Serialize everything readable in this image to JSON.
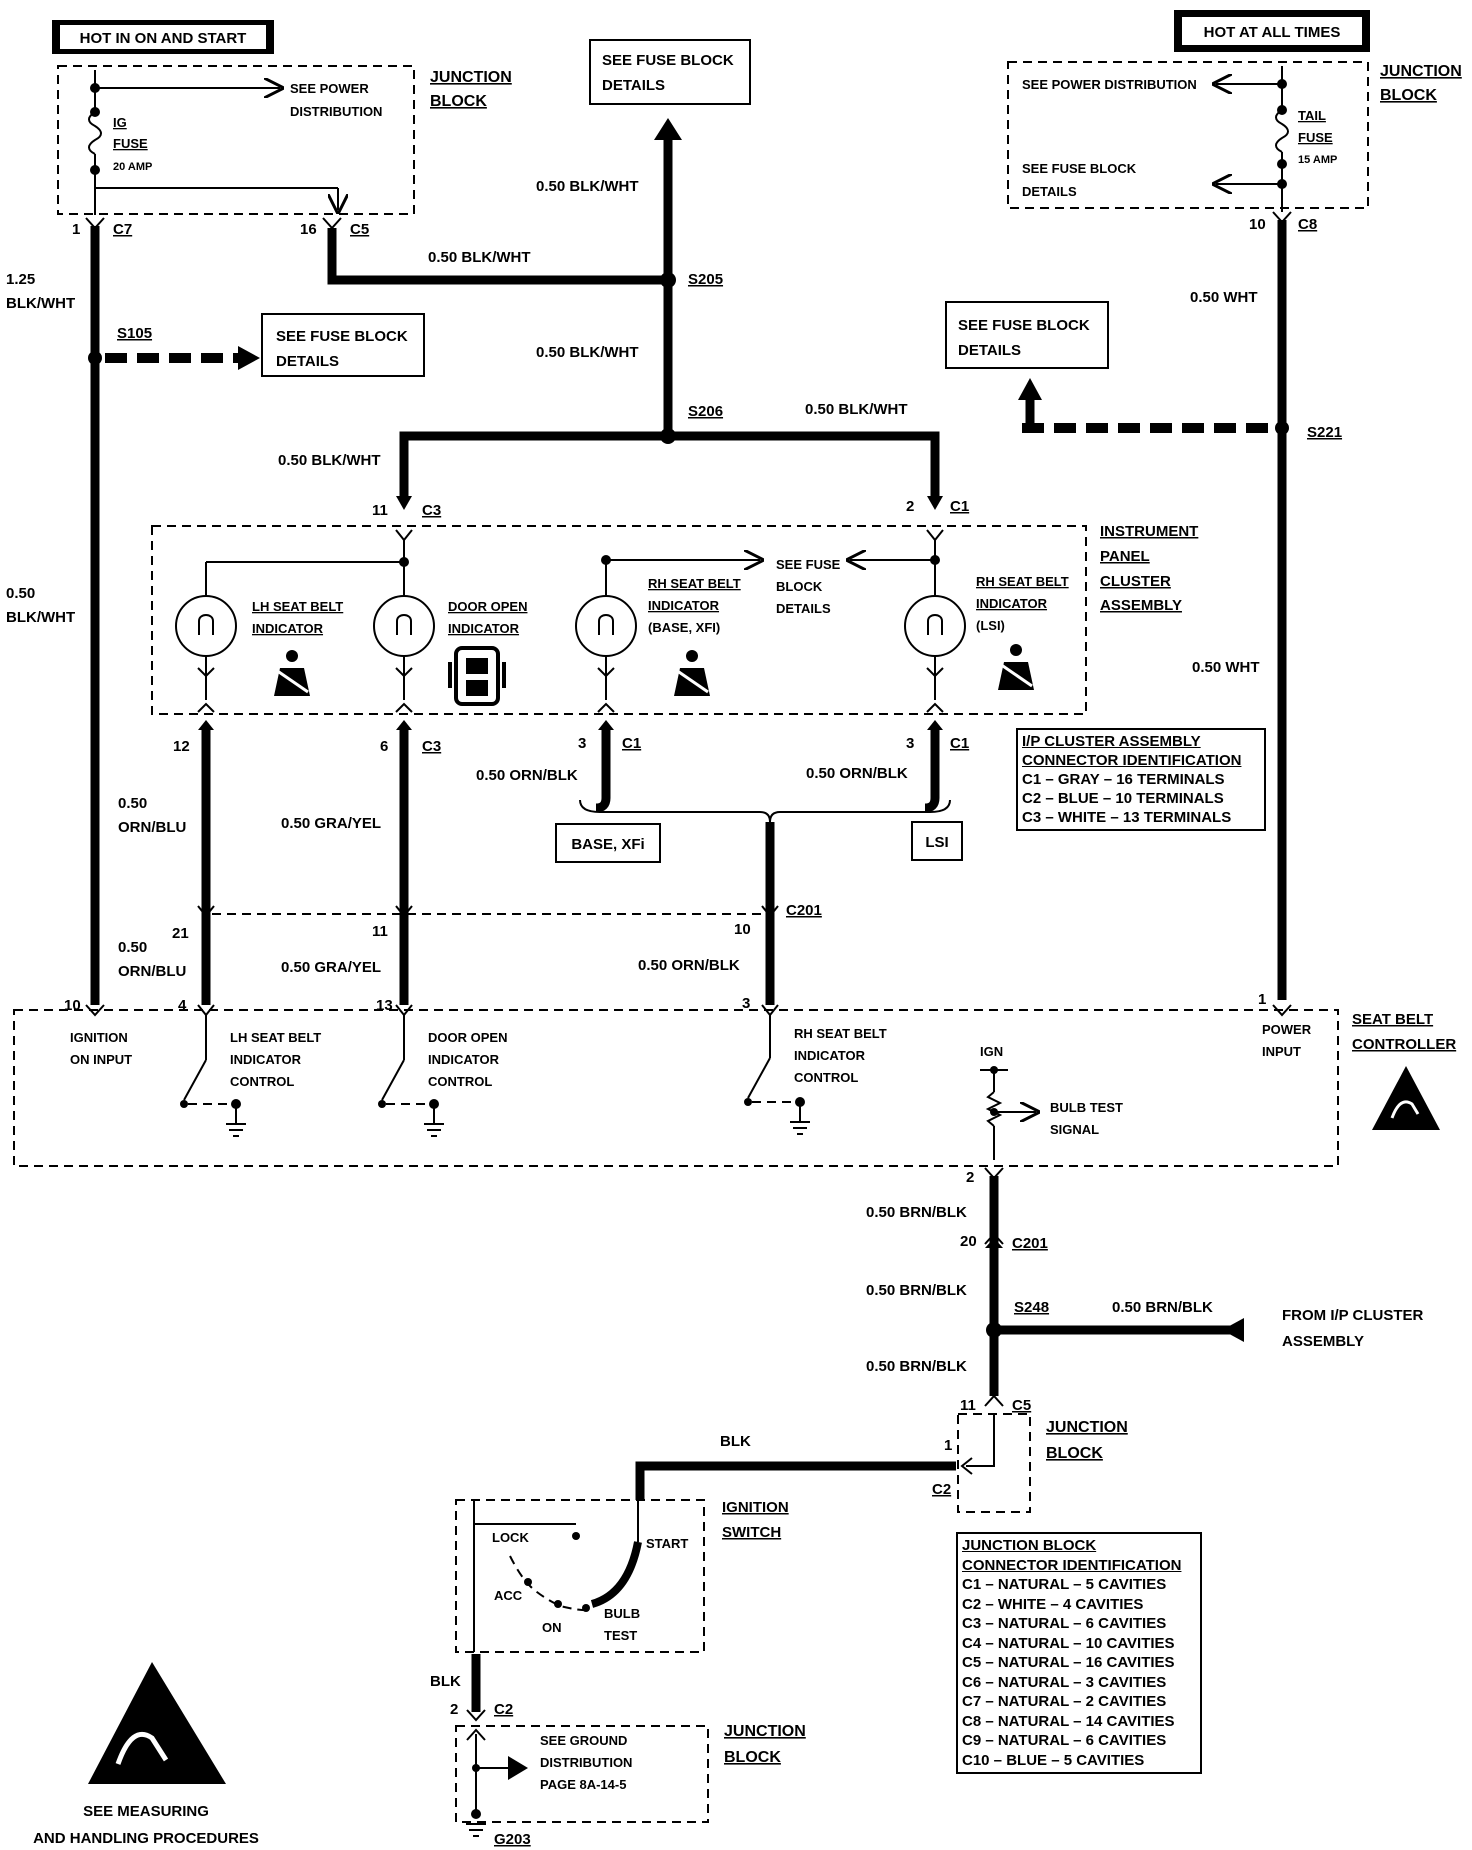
{
  "headers": {
    "hot_run_start": "HOT IN ON AND START",
    "hot_all_times": "HOT AT ALL TIMES"
  },
  "junction_block": {
    "line1": "JUNCTION",
    "line2": "BLOCK"
  },
  "see_power_dist": {
    "line1": "SEE POWER",
    "line2": "DISTRIBUTION",
    "single": "SEE POWER DISTRIBUTION"
  },
  "see_fuse_block": {
    "line1": "SEE FUSE BLOCK",
    "line2": "DETAILS"
  },
  "ig_fuse": {
    "line1": "IG",
    "line2": "FUSE",
    "rating": "20 AMP"
  },
  "tail_fuse": {
    "line1": "TAIL",
    "line2": "FUSE",
    "rating": "15 AMP"
  },
  "connectors": {
    "c1": "C1",
    "c2": "C2",
    "c3": "C3",
    "c5": "C5",
    "c7": "C7",
    "c8": "C8",
    "c201": "C201"
  },
  "splices": {
    "s105": "S105",
    "s205": "S205",
    "s206": "S206",
    "s221": "S221",
    "s248": "S248"
  },
  "pins": {
    "p1": "1",
    "p2": "2",
    "p3": "3",
    "p4": "4",
    "p6": "6",
    "p10": "10",
    "p11": "11",
    "p12": "12",
    "p13": "13",
    "p16": "16",
    "p20": "20",
    "p21": "21"
  },
  "wires": {
    "blk_wht_050": "0.50 BLK/WHT",
    "blk_wht_125_a": "1.25",
    "blk_wht_125_b": "BLK/WHT",
    "blk_wht_050_a": "0.50",
    "blk_wht_050_b": "BLK/WHT",
    "wht_050": "0.50 WHT",
    "orn_blu_a": "0.50",
    "orn_blu_b": "ORN/BLU",
    "gra_yel": "0.50 GRA/YEL",
    "orn_blk": "0.50 ORN/BLK",
    "brn_blk": "0.50 BRN/BLK",
    "blk": "BLK"
  },
  "cluster": {
    "line1": "INSTRUMENT",
    "line2": "PANEL",
    "line3": "CLUSTER",
    "line4": "ASSEMBLY"
  },
  "indicators": {
    "lh_seat_1": "LH SEAT BELT",
    "lh_seat_2": "INDICATOR",
    "door_1": "DOOR OPEN",
    "door_2": "INDICATOR",
    "rh_base_1": "RH SEAT BELT",
    "rh_base_2": "INDICATOR",
    "rh_base_3": "(BASE, XFI)",
    "rh_lsi_1": "RH SEAT BELT",
    "rh_lsi_2": "INDICATOR",
    "rh_lsi_3": "(LSI)",
    "see_fuse_1": "SEE FUSE",
    "see_fuse_2": "BLOCK",
    "see_fuse_3": "DETAILS"
  },
  "ip_connector_table": {
    "title1": "I/P CLUSTER ASSEMBLY",
    "title2": "CONNECTOR IDENTIFICATION",
    "rows": [
      "C1 – GRAY – 16 TERMINALS",
      "C2 – BLUE – 10 TERMINALS",
      "C3 – WHITE – 13 TERMINALS"
    ]
  },
  "variants": {
    "base_xfi": "BASE, XFi",
    "lsi": "LSI"
  },
  "controller": {
    "title1": "SEAT BELT",
    "title2": "CONTROLLER",
    "ign_input_1": "IGNITION",
    "ign_input_2": "ON INPUT",
    "lh_ctl_1": "LH SEAT BELT",
    "lh_ctl_2": "INDICATOR",
    "lh_ctl_3": "CONTROL",
    "door_ctl_1": "DOOR OPEN",
    "door_ctl_2": "INDICATOR",
    "door_ctl_3": "CONTROL",
    "rh_ctl_1": "RH SEAT BELT",
    "rh_ctl_2": "INDICATOR",
    "rh_ctl_3": "CONTROL",
    "power_1": "POWER",
    "power_2": "INPUT",
    "ign": "IGN",
    "bulb_1": "BULB TEST",
    "bulb_2": "SIGNAL"
  },
  "from_cluster": {
    "line1": "FROM I/P CLUSTER",
    "line2": "ASSEMBLY"
  },
  "ignition_switch": {
    "line1": "IGNITION",
    "line2": "SWITCH",
    "lock": "LOCK",
    "acc": "ACC",
    "on": "ON",
    "start": "START",
    "bulb_1": "BULB",
    "bulb_2": "TEST"
  },
  "ground": {
    "line1": "SEE GROUND",
    "line2": "DISTRIBUTION",
    "line3": "PAGE 8A-14-5",
    "id": "G203"
  },
  "jb_connector_table": {
    "title1": "JUNCTION BLOCK",
    "title2": "CONNECTOR IDENTIFICATION",
    "rows": [
      "C1 – NATURAL – 5 CAVITIES",
      "C2 – WHITE – 4 CAVITIES",
      "C3 – NATURAL – 6 CAVITIES",
      "C4 – NATURAL – 10 CAVITIES",
      "C5 – NATURAL – 16 CAVITIES",
      "C6 – NATURAL – 3 CAVITIES",
      "C7 – NATURAL – 2 CAVITIES",
      "C8 – NATURAL – 14 CAVITIES",
      "C9 – NATURAL – 6 CAVITIES",
      "C10 – BLUE – 5 CAVITIES"
    ]
  },
  "esd_note": {
    "line1": "SEE MEASURING",
    "line2": "AND HANDLING PROCEDURES"
  }
}
